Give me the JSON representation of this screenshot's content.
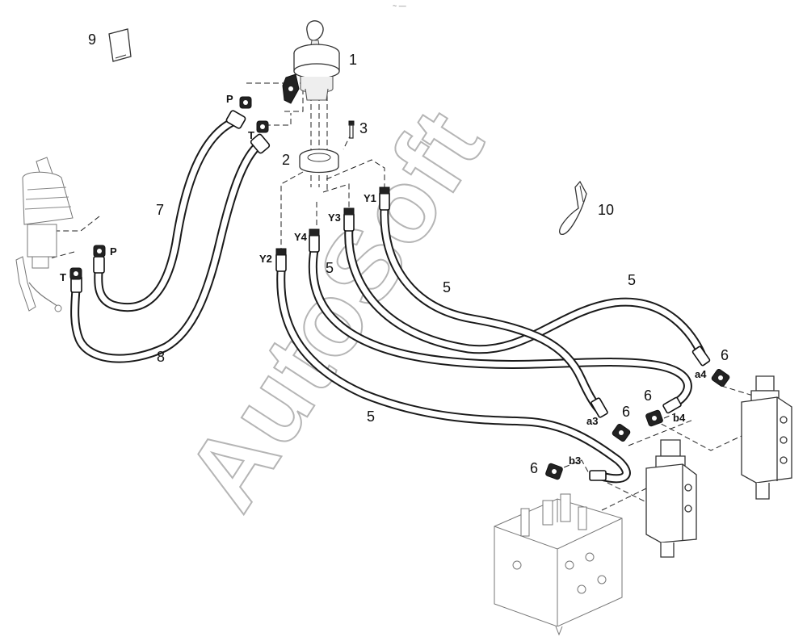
{
  "watermark": "AutoSoft",
  "top_mark": "~ —",
  "callouts": {
    "n1": "1",
    "n2": "2",
    "n3": "3",
    "n5a": "5",
    "n5b": "5",
    "n5c": "5",
    "n5d": "5",
    "n6a": "6",
    "n6b": "6",
    "n6c": "6",
    "n6d": "6",
    "n7": "7",
    "n8": "8",
    "n9": "9",
    "n10": "10"
  },
  "port_labels": {
    "p_top": "P",
    "t_top": "T",
    "p_left": "P",
    "t_left": "T",
    "y1": "Y1",
    "y2": "Y2",
    "y3": "Y3",
    "y4": "Y4",
    "a3": "a3",
    "a4": "a4",
    "b3": "b3",
    "b4": "b4"
  }
}
